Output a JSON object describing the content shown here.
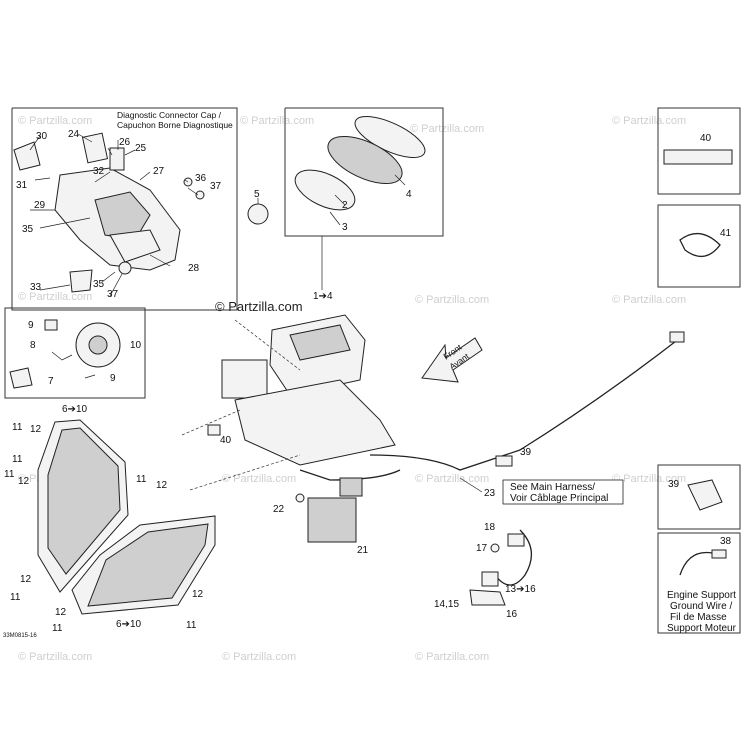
{
  "watermark": "© Partzilla.com",
  "watermark_main": "© Partzilla.com",
  "diagnostic_cap_label_en": "Diagnostic Connector Cap /",
  "diagnostic_cap_label_fr": "Capuchon Borne Diagnostique",
  "main_harness_note_en": "See Main Harness/",
  "main_harness_note_fr": "Voir Câblage Principal",
  "front_label_en": "Front",
  "front_label_fr": "Avant",
  "ground_wire_label": [
    "Engine Support",
    "Ground Wire /",
    "Fil de Masse",
    "Support Moteur"
  ],
  "drawing_code": "33M0815-16",
  "callouts": {
    "c1": "1➔4",
    "c2": "2",
    "c3": "3",
    "c4": "4",
    "c5": "5",
    "c6a": "6➔10",
    "c6b": "6➔10",
    "c7": "7",
    "c8": "8",
    "c9a": "9",
    "c9b": "9",
    "c10": "10",
    "c11a": "11",
    "c11b": "11",
    "c11c": "11",
    "c11d": "11",
    "c11e": "11",
    "c11f": "11",
    "c11g": "11",
    "c12a": "12",
    "c12b": "12",
    "c12c": "12",
    "c12d": "12",
    "c12e": "12",
    "c12f": "12",
    "c13": "13➔16",
    "c14": "14,15",
    "c16": "16",
    "c17": "17",
    "c18": "18",
    "c21": "21",
    "c22": "22",
    "c23": "23",
    "c24": "24",
    "c25": "25",
    "c26": "26",
    "c27": "27",
    "c28": "28",
    "c29": "29",
    "c30": "30",
    "c31": "31",
    "c32": "32",
    "c33": "33",
    "c35a": "35",
    "c35b": "35",
    "c36": "36",
    "c37a": "37",
    "c37b": "37",
    "c38": "38",
    "c39a": "39",
    "c39b": "39",
    "c40a": "40",
    "c40b": "40",
    "c41": "41"
  }
}
